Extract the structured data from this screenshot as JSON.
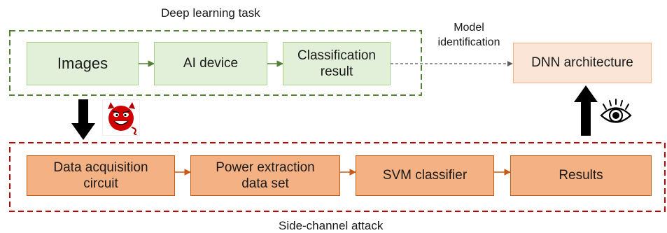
{
  "top_group": {
    "title": "Deep learning task"
  },
  "bottom_group": {
    "title": "Side-channel attack"
  },
  "nodes": {
    "images": "Images",
    "ai_device": "AI device",
    "classification_result_1": "Classification",
    "classification_result_2": "result",
    "dnn_architecture": "DNN architecture",
    "data_acquisition_1": "Data acquisition",
    "data_acquisition_2": "circuit",
    "power_extraction_1": "Power extraction",
    "power_extraction_2": "data set",
    "svm_classifier": "SVM classifier",
    "results": "Results"
  },
  "edges": {
    "model_identification_1": "Model",
    "model_identification_2": "identification"
  },
  "icons": {
    "attacker": "devil-icon",
    "observer": "eye-icon"
  },
  "colors": {
    "top_group_border": "#548235",
    "bottom_group_border": "#c00000",
    "green_fill": "#e2f0d9",
    "orange_fill": "#f4b183",
    "peach_fill": "#fbe5d6"
  }
}
